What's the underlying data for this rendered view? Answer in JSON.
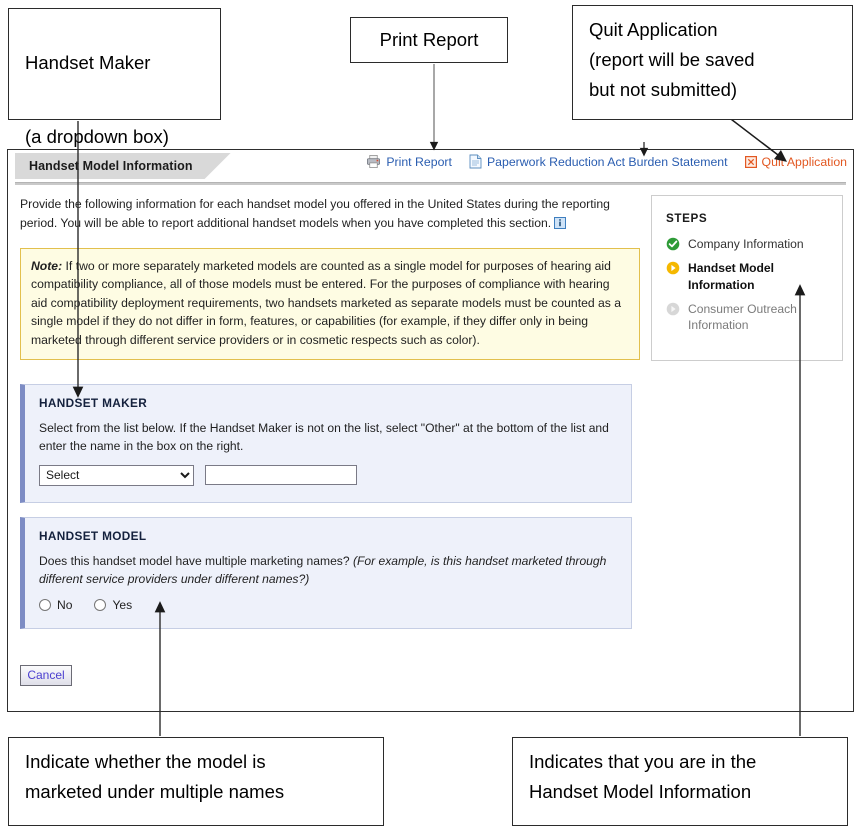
{
  "annotations": {
    "handset_maker": {
      "line1": "Handset Maker",
      "line2": "(a dropdown box)"
    },
    "print_report": "Print Report",
    "quit_application": "Quit Application\n(report will be saved\nbut not submitted)",
    "multiple_names": "Indicate whether the model is\nmarketed under multiple names",
    "in_step": "Indicates that you are in the\nHandset Model Information"
  },
  "app": {
    "tab_label": "Handset Model Information",
    "header_links": [
      {
        "label": "Print Report",
        "icon": "printer-icon",
        "color": "#2a5db0"
      },
      {
        "label": "Paperwork Reduction Act Burden Statement",
        "icon": "document-icon",
        "color": "#2a5db0"
      },
      {
        "label": "Quit Application",
        "icon": "close-x-icon",
        "color": "#e25822"
      }
    ],
    "intro_text": "Provide the following information for each handset model you offered in the United States during the reporting period. You will be able to report additional handset models when you have completed this section.",
    "info_icon": "info-icon",
    "note": {
      "label": "Note:",
      "body": " If two or more separately marketed models are counted as a single model for purposes of hearing aid compatibility compliance, all of those models must be entered.  For the purposes of compliance with hearing aid compatibility deployment requirements, two handsets marketed as separate models must be counted as a single model if they do not differ in form, features, or capabilities (for example, if they differ only in being marketed through different service providers or in cosmetic respects such as color)."
    },
    "steps": {
      "title": "STEPS",
      "items": [
        {
          "label": "Company Information",
          "state": "complete",
          "icon": "check-circle-icon",
          "color": "#2e9b37"
        },
        {
          "label": "Handset Model Information",
          "state": "current",
          "icon": "arrow-circle-icon",
          "color": "#f5b800"
        },
        {
          "label": "Consumer Outreach Information",
          "state": "pending",
          "icon": "arrow-circle-icon",
          "color": "#cfcfcf"
        }
      ]
    },
    "handset_maker_panel": {
      "title": "HANDSET MAKER",
      "description": "Select from the list below. If the Handset Maker is not on the list, select \"Other\" at the bottom of the list and enter the name in the box on the right.",
      "select_value": "Select",
      "select_options": [
        "Select"
      ],
      "text_value": "",
      "text_placeholder": ""
    },
    "handset_model_panel": {
      "title": "HANDSET MODEL",
      "question": "Does this handset model have multiple marketing names? ",
      "question_italic": "(For example, is this handset marketed through different service providers under different names?)",
      "options": [
        {
          "label": "No",
          "checked": false
        },
        {
          "label": "Yes",
          "checked": false
        }
      ]
    },
    "cancel_label": "Cancel"
  }
}
